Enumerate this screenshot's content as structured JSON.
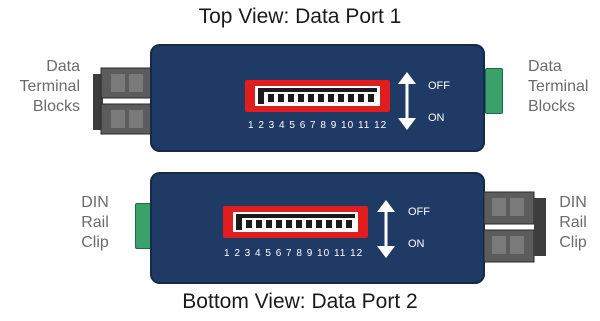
{
  "top_title": "Top View: Data Port 1",
  "bottom_title": "Bottom View: Data Port 2",
  "top_left_label": [
    "Data",
    "Terminal",
    "Blocks"
  ],
  "top_right_label": [
    "Data",
    "Terminal",
    "Blocks"
  ],
  "bottom_left_label": [
    "DIN",
    "Rail",
    "Clip"
  ],
  "bottom_right_label": [
    "DIN",
    "Rail",
    "Clip"
  ],
  "dip_numbers": "1 2 3 4 5 6 7 8 9 10 11 12",
  "off_label": "OFF",
  "on_label": "ON",
  "colors": {
    "device_body": "#1f3a64",
    "dip_switch": "#e21d1d",
    "clip": "#3aa16a",
    "terminal_block": "#4a4a4a"
  }
}
